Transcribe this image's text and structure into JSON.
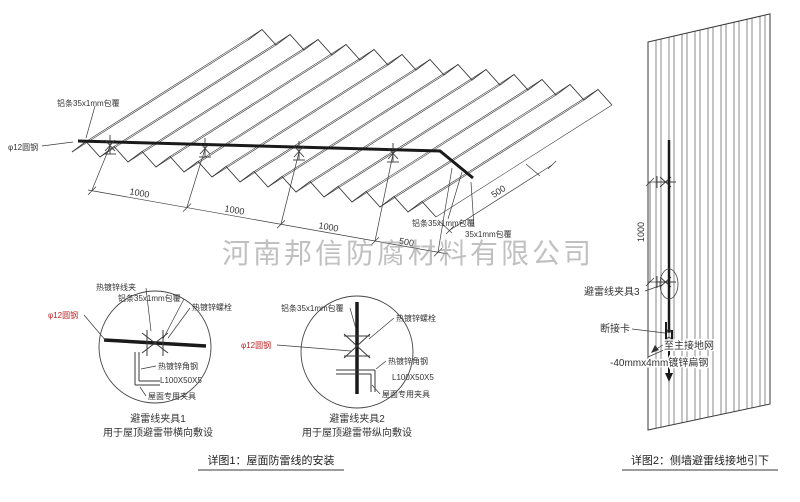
{
  "watermark": {
    "company_name": "河南邦信防腐材料有限公司"
  },
  "colors": {
    "line": "#3a3a3a",
    "red": "#c22222",
    "watermark_gray": "#9b9b9b"
  },
  "roof_view": {
    "labels": {
      "strip_top": "铝条35x1mm包覆",
      "rod": "φ12圆钢",
      "strip_bottom": "铝条35x1mm包覆",
      "strip_right": "35x1mm包覆"
    },
    "dimensions": {
      "span1": "1000",
      "span2": "1000",
      "span3": "1000",
      "span4": "500",
      "edge": "500"
    }
  },
  "detail1": {
    "labels": {
      "clamp": "热镀锌线夹",
      "strip": "铝条35x1mm包覆",
      "bolt": "热镀锌螺栓",
      "rod": "φ12圆钢",
      "angle_steel": "热镀锌角钢",
      "angle_size": "L100X50X5",
      "fixture": "屋面专用夹具"
    },
    "title": "避雷线夹具1",
    "subtitle": "用于屋顶避雷带横向敷设"
  },
  "detail2": {
    "labels": {
      "strip": "铝条35x1mm包覆",
      "bolt": "热镀锌螺栓",
      "rod": "φ12圆钢",
      "angle_steel": "热镀锌角钢",
      "angle_size": "L100X50X5",
      "fixture": "屋面专用夹具"
    },
    "title": "避雷线夹具2",
    "subtitle": "用于屋顶避雷带纵向敷设"
  },
  "wall_view": {
    "labels": {
      "clamp": "避雷线夹具3",
      "disconnect": "断接卡",
      "to_ground": "至主接地网",
      "flat_steel": "-40mmx4mm镀锌扁钢"
    },
    "dimension": "1000"
  },
  "captions": {
    "figure1": "详图1：屋面防雷线的安装",
    "figure2": "详图2：侧墙避雷线接地引下"
  }
}
